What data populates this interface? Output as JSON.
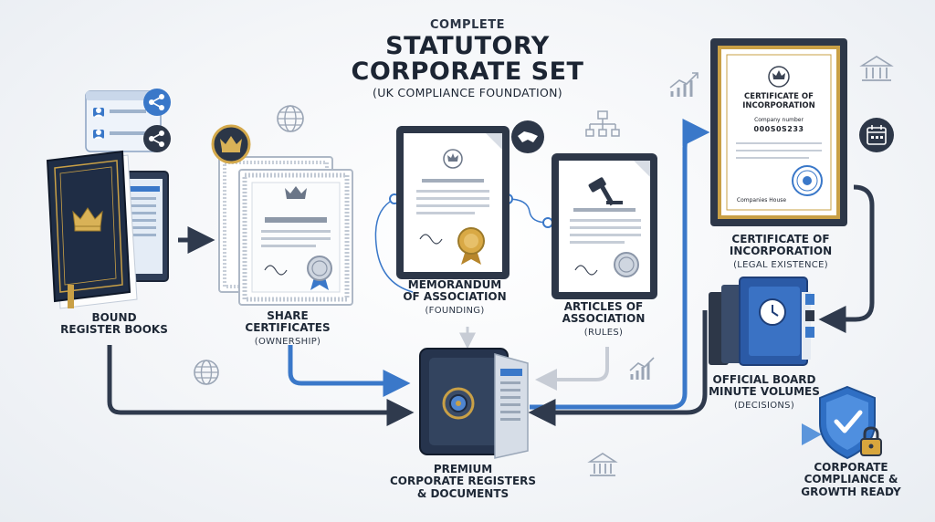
{
  "title": {
    "pre": "COMPLETE",
    "main_line1": "STATUTORY",
    "main_line2": "CORPORATE SET",
    "sub": "(UK COMPLIANCE FOUNDATION)"
  },
  "nodes": {
    "register_books": {
      "line1": "BOUND",
      "line2": "REGISTER BOOKS"
    },
    "share_certificates": {
      "line1": "SHARE",
      "line2": "CERTIFICATES",
      "sub": "(OWNERSHIP)"
    },
    "memorandum": {
      "line1": "MEMORANDUM",
      "line2": "OF ASSOCIATION",
      "sub": "(FOUNDING)"
    },
    "articles": {
      "line1": "ARTICLES OF",
      "line2": "ASSOCIATION",
      "sub": "(RULES)"
    },
    "incorporation": {
      "line1": "CERTIFICATE OF",
      "line2": "INCORPORATION",
      "sub": "(LEGAL EXISTENCE)"
    },
    "board_minutes": {
      "line1": "OFFICIAL BOARD",
      "line2": "MINUTE VOLUMES",
      "sub": "(DECISIONS)"
    },
    "registers": {
      "line1": "PREMIUM",
      "line2": "CORPORATE REGISTERS",
      "line3": "& DOCUMENTS"
    },
    "compliance": {
      "line1": "CORPORATE",
      "line2": "COMPLIANCE &",
      "line3": "GROWTH READY"
    }
  },
  "framed_certificate": {
    "heading1": "Certificate of",
    "heading2": "Incorporation",
    "number_label": "Company number",
    "number": "000S0S233",
    "issuer": "Companies House"
  },
  "colors": {
    "accent": "#3a78c9",
    "dark": "#2d3748",
    "navy": "#1f2d45",
    "gold": "#c9a046"
  },
  "icons": [
    "share-icon",
    "user-icon",
    "globe-icon",
    "crown-icon",
    "handshake-icon",
    "hierarchy-icon",
    "gavel-icon",
    "bank-icon",
    "calendar-icon",
    "growth-chart-icon",
    "clock-icon",
    "safe-dial-icon",
    "shield-check-icon",
    "lock-icon",
    "seal-icon"
  ]
}
